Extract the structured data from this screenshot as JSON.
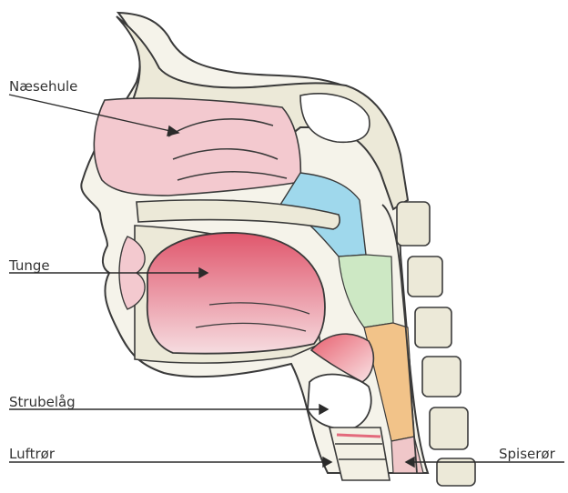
{
  "labels": {
    "nasal_cavity": "Næsehule",
    "tongue": "Tunge",
    "epiglottis": "Strubelåg",
    "trachea": "Luftrør",
    "esophagus": "Spiserør"
  },
  "colors": {
    "background": "#ffffff",
    "outline": "#3a3a3a",
    "bone": "#ece9d8",
    "tissue": "#f5f3ea",
    "nasal_cavity": "#f3c9cf",
    "nasopharynx": "#9fd8ec",
    "oropharynx": "#cde8c4",
    "laryngopharynx": "#f2c389",
    "tongue": "#e36a7c",
    "esophagus": "#f0c7c9",
    "pointer": "#2b2b2b"
  }
}
